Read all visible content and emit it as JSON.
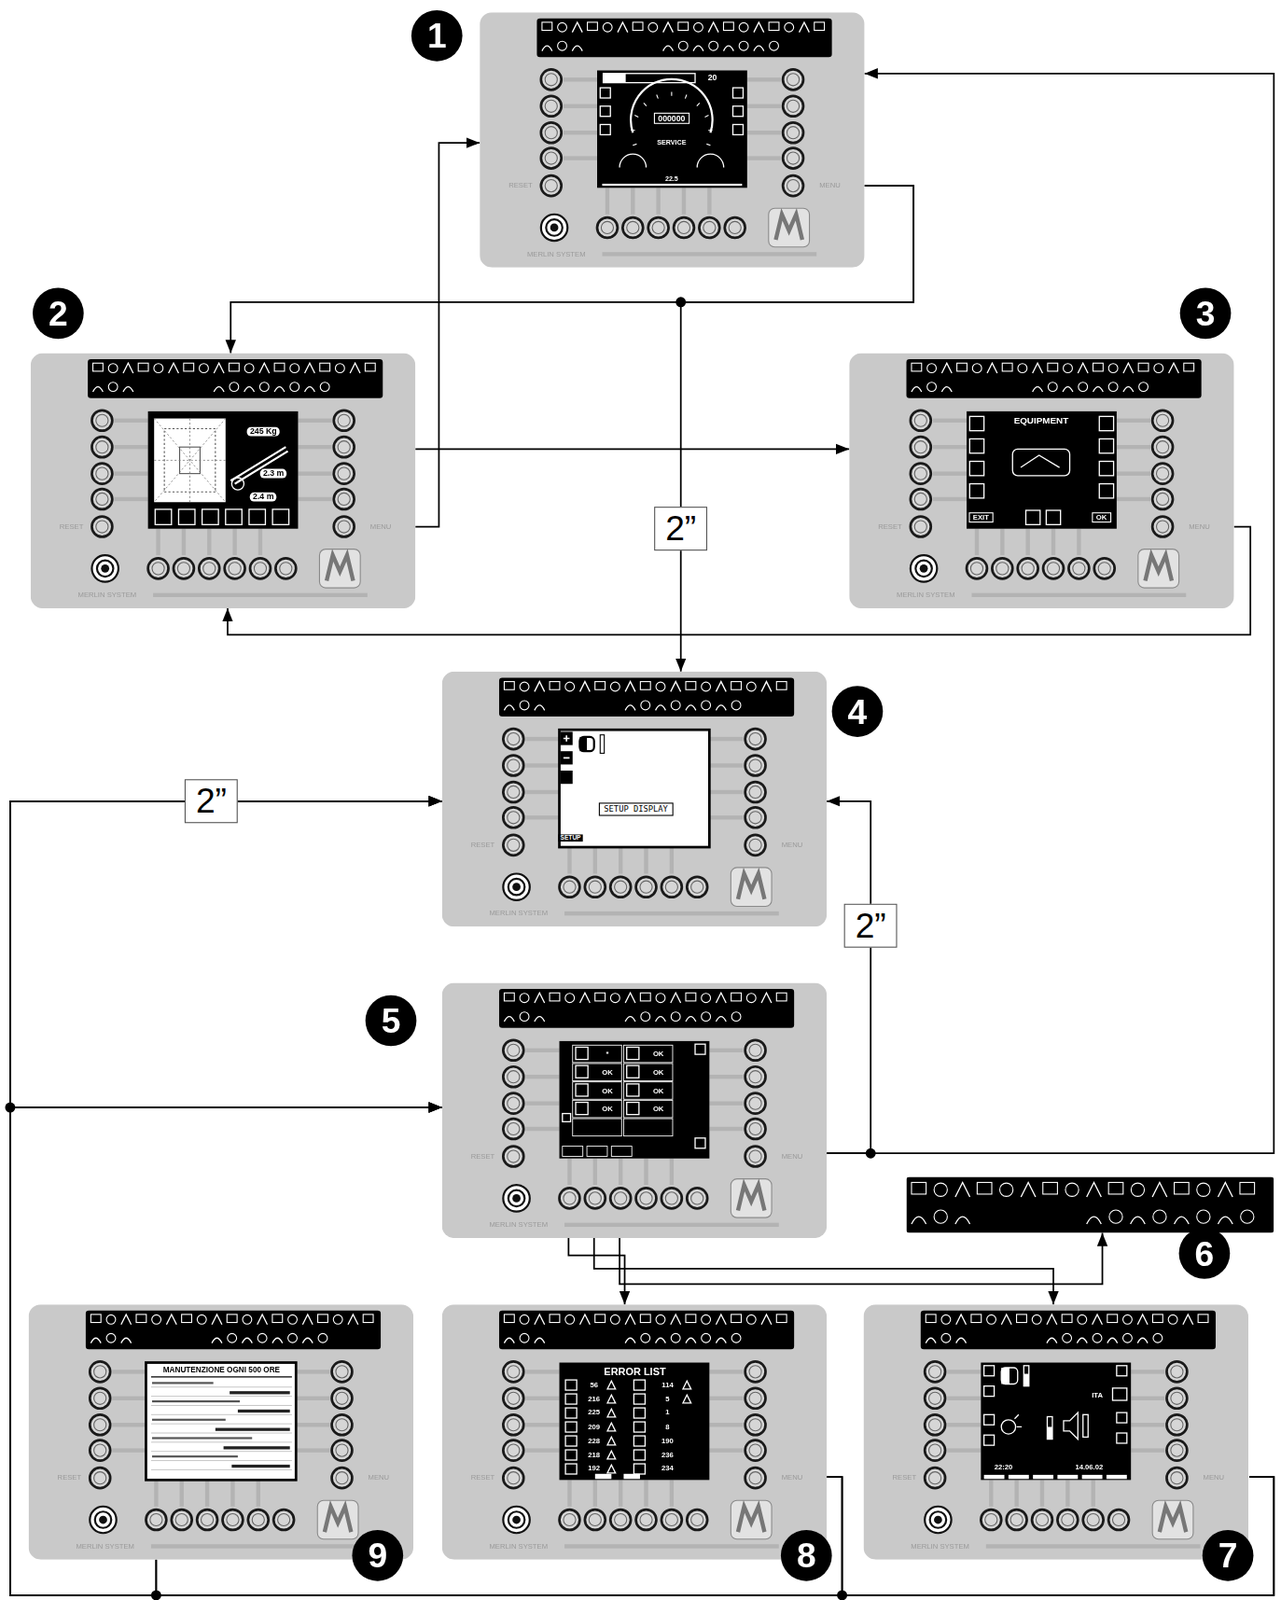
{
  "diagram": {
    "nodes": [
      {
        "text": [
          "1",
          "20",
          "000000",
          "SERVICE",
          "22.5",
          "RESET",
          "MENU",
          "MERLIN SYSTEM"
        ]
      },
      {
        "text": [
          "2",
          "245 Kg",
          "2.3 m",
          "2.4 m",
          "RESET",
          "MENU",
          "MERLIN SYSTEM"
        ]
      },
      {
        "text": [
          "3",
          "EQUIPMENT",
          "EXIT",
          "OK",
          "RESET",
          "MENU",
          "MERLIN SYSTEM"
        ]
      },
      {
        "text": [
          "4",
          "SETUP DISPLAY",
          "SETUP",
          "RESET",
          "MENU",
          "MERLIN SYSTEM"
        ]
      },
      {
        "text": [
          "5",
          "*",
          "OK",
          "OK",
          "OK",
          "OK",
          "OK",
          "OK",
          "OK",
          "RESET",
          "MENU",
          "MERLIN SYSTEM"
        ]
      },
      {
        "text": [
          "6"
        ]
      },
      {
        "text": [
          "7",
          "ITA",
          "22:20",
          "14.06.02",
          "RESET",
          "MENU",
          "MERLIN SYSTEM"
        ]
      },
      {
        "text": [
          "8",
          "ERROR LIST",
          "56",
          "216",
          "225",
          "209",
          "228",
          "218",
          "192",
          "114",
          "5",
          "1",
          "8",
          "190",
          "236",
          "234",
          "RESET",
          "MENU",
          "MERLIN SYSTEM"
        ]
      },
      {
        "text": [
          "9",
          "MANUTENZIONE OGNI 500 ORE",
          "RESET",
          "MENU",
          "MERLIN SYSTEM"
        ]
      }
    ],
    "edges": [
      {
        "from": 0,
        "to": 1,
        "arrow": "to"
      },
      {
        "from": 0,
        "to": 3,
        "label": "2”",
        "arrow": "to"
      },
      {
        "from": 1,
        "to": 0,
        "arrow": "to"
      },
      {
        "from": 1,
        "to": 2,
        "arrow": "to"
      },
      {
        "from": 2,
        "to": 1,
        "arrow": "to"
      },
      {
        "from": 4,
        "to": 3,
        "label": "2”",
        "arrow": "to"
      },
      {
        "from": 4,
        "to": 0,
        "arrow": "to"
      },
      {
        "from": 4,
        "to": 7,
        "arrow": "to"
      },
      {
        "from": 4,
        "to": 6,
        "arrow": "to"
      },
      {
        "from": 4,
        "to": 5,
        "arrow": "to"
      },
      {
        "from": 6,
        "to": 4,
        "arrow": "to"
      },
      {
        "from": 6,
        "to": 3,
        "arrow": "to"
      },
      {
        "from": 7,
        "to": 4,
        "arrow": "to"
      },
      {
        "from": 7,
        "to": 3,
        "arrow": "to"
      },
      {
        "from": 8,
        "to": 4,
        "arrow": "to"
      },
      {
        "from": 8,
        "to": 3,
        "label": "2”",
        "arrow": "to"
      }
    ]
  }
}
